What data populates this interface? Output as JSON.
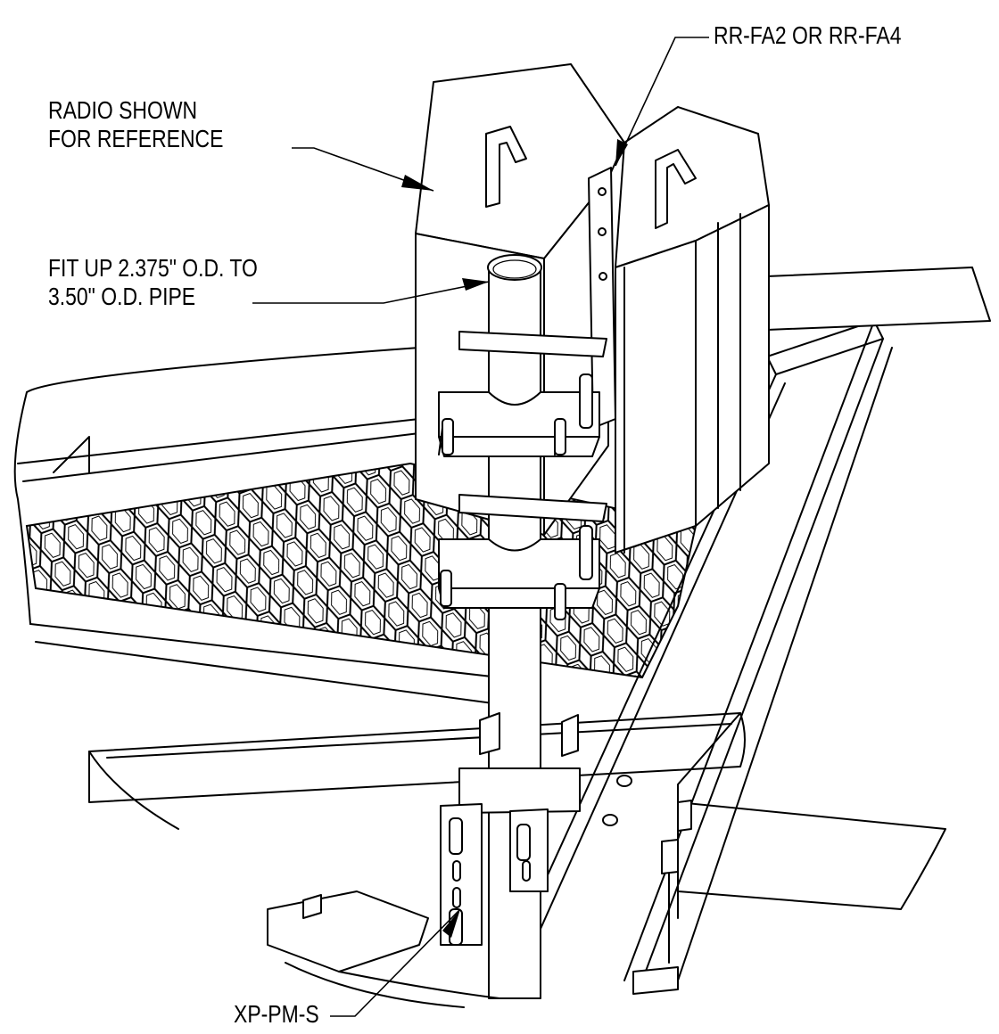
{
  "labels": {
    "radio": "RADIO SHOWN\nFOR REFERENCE",
    "radio_line1": "RADIO SHOWN",
    "radio_line2": "FOR REFERENCE",
    "fitup_line1": "FIT UP 2.375\" O.D. TO",
    "fitup_line2": "3.50\" O.D. PIPE",
    "rrfa": "RR-FA2 OR RR-FA4",
    "xppms": "XP-PM-S"
  }
}
